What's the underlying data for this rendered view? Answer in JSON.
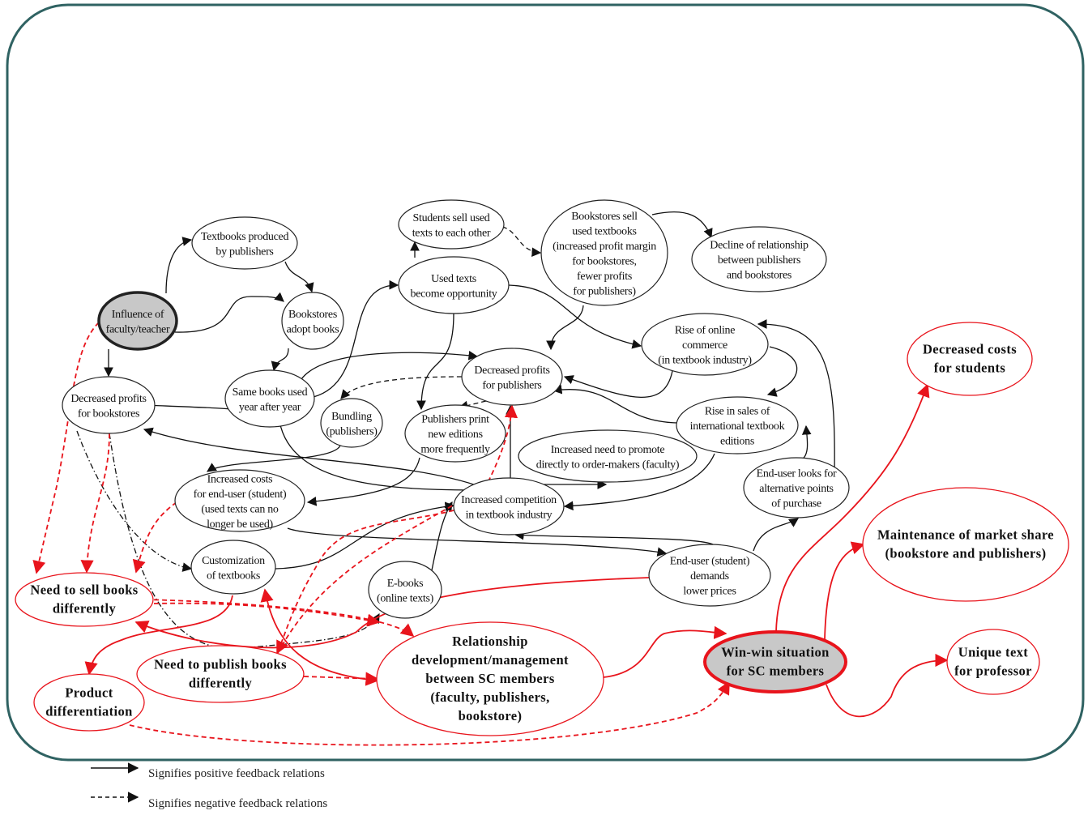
{
  "colors": {
    "frame": "#2f6262",
    "red": "#e8141c",
    "black": "#111111",
    "node_fill_gray": "#c8c8c8"
  },
  "nodes": {
    "faculty": {
      "lines": [
        "Influence of",
        "faculty/teacher"
      ]
    },
    "textbooks_produced": {
      "lines": [
        "Textbooks produced",
        "by publishers"
      ]
    },
    "bookstores_adopt": {
      "lines": [
        "Bookstores",
        "adopt books"
      ]
    },
    "decreased_profits_bookstores": {
      "lines": [
        "Decreased profits",
        "for bookstores"
      ]
    },
    "same_books": {
      "lines": [
        "Same books used",
        "year after year"
      ]
    },
    "bundling": {
      "lines": [
        "Bundling",
        "(publishers)"
      ]
    },
    "students_sell": {
      "lines": [
        "Students sell used",
        "texts to each other"
      ]
    },
    "used_texts": {
      "lines": [
        "Used texts",
        "become opportunity"
      ]
    },
    "bookstores_sell": {
      "lines": [
        "Bookstores sell",
        "used textbooks",
        "(increased profit margin",
        "for bookstores,",
        "fewer profits",
        "for publishers)"
      ]
    },
    "decline_relationship": {
      "lines": [
        "Decline of relationship",
        "between publishers",
        "and bookstores"
      ]
    },
    "decreased_profits_publishers": {
      "lines": [
        "Decreased profits",
        "for publishers"
      ]
    },
    "publishers_print": {
      "lines": [
        "Publishers print",
        "new editions",
        "more frequently"
      ]
    },
    "rise_online": {
      "lines": [
        "Rise of online",
        "commerce",
        "(in textbook industry)"
      ]
    },
    "rise_international": {
      "lines": [
        "Rise in sales of",
        "international textbook",
        "editions"
      ]
    },
    "increased_need": {
      "lines": [
        "Increased need to promote",
        "directly to order-makers (faculty)"
      ]
    },
    "increased_costs": {
      "lines": [
        "Increased costs",
        "for end-user (student)",
        "(used texts can no",
        "longer be used)"
      ]
    },
    "increased_competition": {
      "lines": [
        "Increased competition",
        "in textbook industry"
      ]
    },
    "enduser_looks": {
      "lines": [
        "End-user looks for",
        "alternative points",
        "of purchase"
      ]
    },
    "customization": {
      "lines": [
        "Customization",
        "of textbooks"
      ]
    },
    "ebooks": {
      "lines": [
        "E-books",
        "(online texts)"
      ]
    },
    "enduser_demands": {
      "lines": [
        "End-user (student)",
        "demands",
        "lower prices"
      ]
    },
    "need_sell": {
      "lines": [
        "Need to sell books",
        "differently"
      ]
    },
    "need_publish": {
      "lines": [
        "Need to publish books",
        "differently"
      ]
    },
    "product_differentiation": {
      "lines": [
        "Product",
        "differentiation"
      ]
    },
    "relationship": {
      "lines": [
        "Relationship",
        "development/management",
        "between SC members",
        "(faculty, publishers,",
        "bookstore)"
      ]
    },
    "winwin": {
      "lines": [
        "Win-win situation",
        "for SC members"
      ]
    },
    "decreased_costs": {
      "lines": [
        "Decreased costs",
        "for students"
      ]
    },
    "maintenance": {
      "lines": [
        "Maintenance of market share",
        "(bookstore and publishers)"
      ]
    },
    "unique_text": {
      "lines": [
        "Unique text",
        "for professor"
      ]
    }
  },
  "legend": {
    "positive": "Signifies positive feedback relations",
    "negative": "Signifies negative feedback relations"
  }
}
